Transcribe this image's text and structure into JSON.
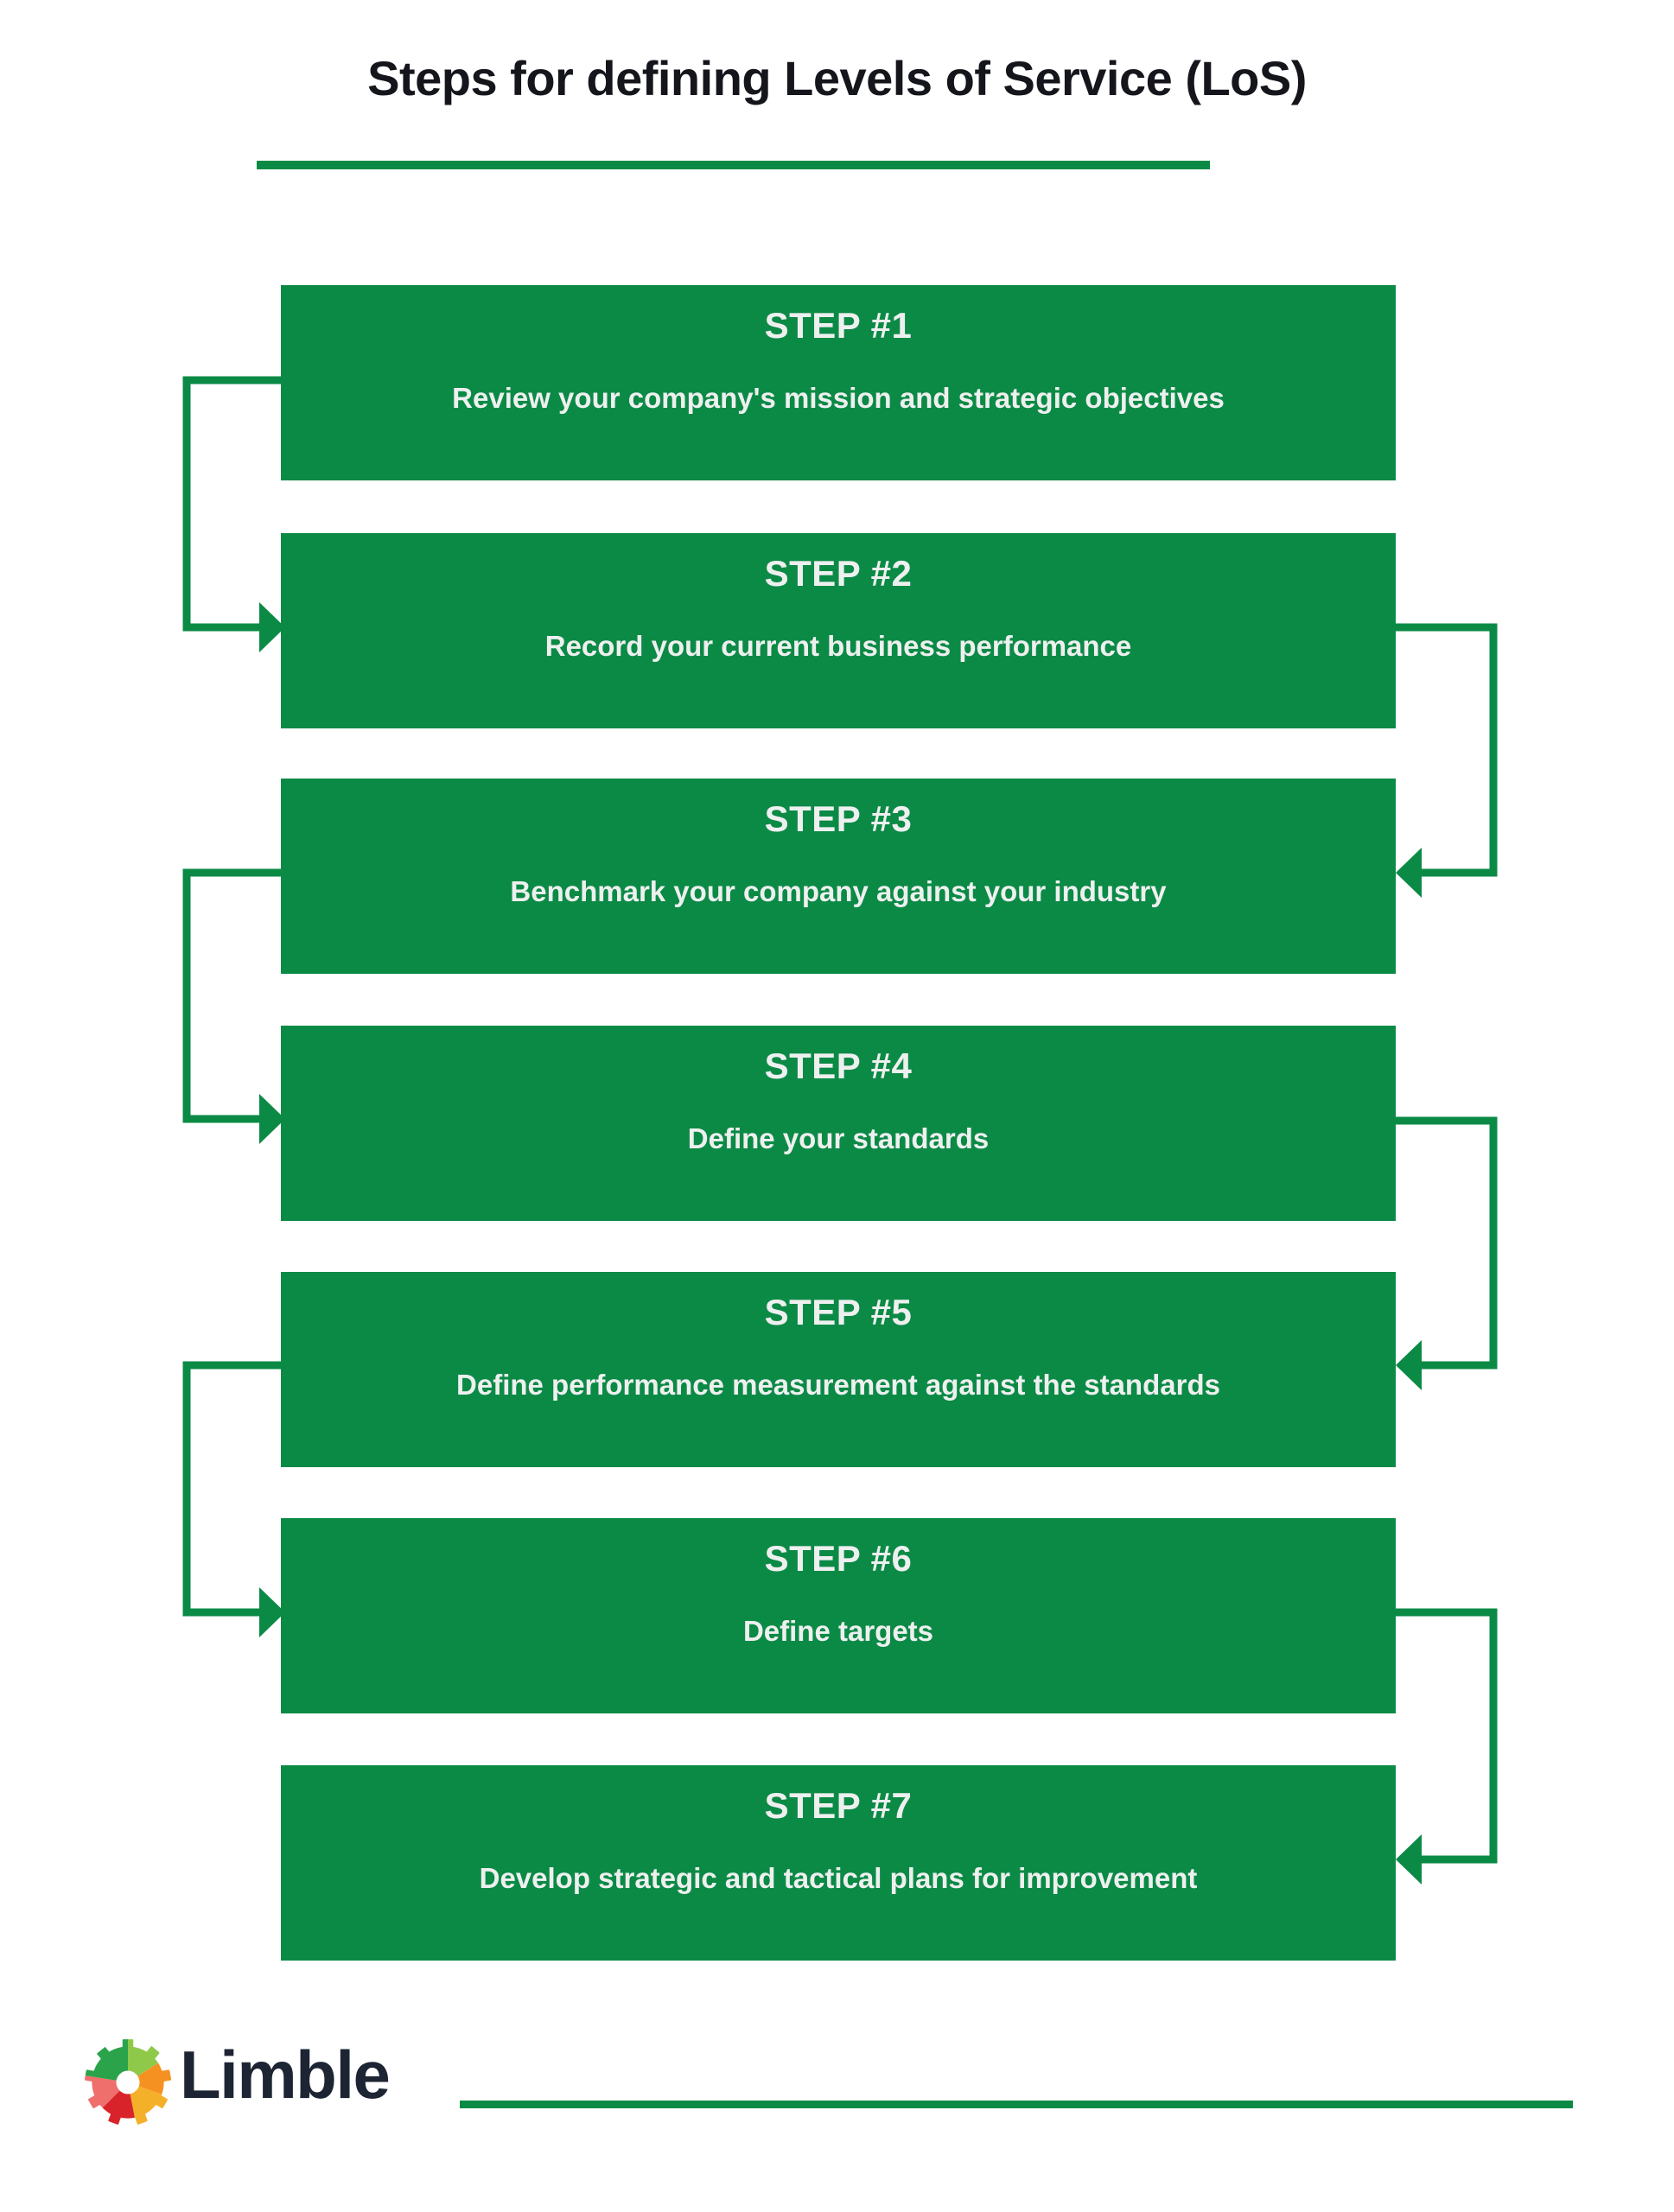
{
  "page": {
    "title": "Steps for defining Levels of Service (LoS)",
    "background_color": "#ffffff"
  },
  "theme": {
    "accent_green": "#0b8a46",
    "box_text_color": "#eef0ef",
    "title_color": "#15161c",
    "wordmark_color": "#1d2433"
  },
  "chart_data": {
    "type": "diagram",
    "diagram_kind": "serpentine-flowchart",
    "title": "Steps for defining Levels of Service (LoS)",
    "step_count": 7,
    "steps": [
      {
        "number_label": "STEP #1",
        "description": "Review your company's mission and strategic objectives"
      },
      {
        "number_label": "STEP #2",
        "description": "Record your current business performance"
      },
      {
        "number_label": "STEP #3",
        "description": "Benchmark your company against your industry"
      },
      {
        "number_label": "STEP #4",
        "description": "Define your standards"
      },
      {
        "number_label": "STEP #5",
        "description": "Define performance measurement against the standards"
      },
      {
        "number_label": "STEP #6",
        "description": "Define targets"
      },
      {
        "number_label": "STEP #7",
        "description": "Develop strategic and tactical plans for improvement"
      }
    ],
    "connectors": [
      {
        "from": "STEP #1",
        "to": "STEP #2",
        "side": "left",
        "arrow": "right"
      },
      {
        "from": "STEP #2",
        "to": "STEP #3",
        "side": "right",
        "arrow": "left"
      },
      {
        "from": "STEP #3",
        "to": "STEP #4",
        "side": "left",
        "arrow": "right"
      },
      {
        "from": "STEP #4",
        "to": "STEP #5",
        "side": "right",
        "arrow": "left"
      },
      {
        "from": "STEP #5",
        "to": "STEP #6",
        "side": "left",
        "arrow": "right"
      },
      {
        "from": "STEP #6",
        "to": "STEP #7",
        "side": "right",
        "arrow": "left"
      }
    ]
  },
  "footer": {
    "brand_name": "Limble",
    "logo_icon": "limble-gear-icon",
    "gear_colors": [
      "#2aa34a",
      "#8fc94a",
      "#f59120",
      "#f5b02a",
      "#d8232a",
      "#ef6f6c"
    ]
  }
}
